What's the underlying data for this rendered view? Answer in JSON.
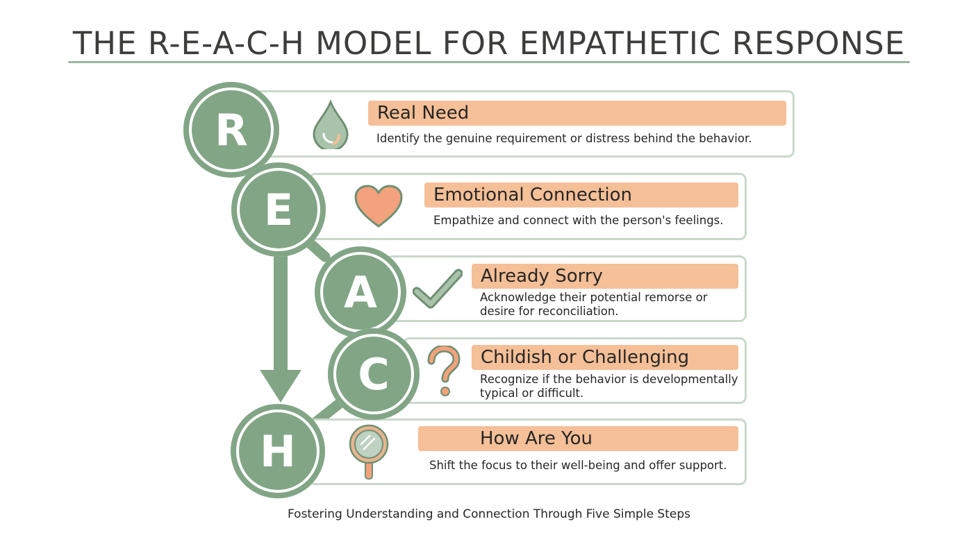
{
  "title": "THE R-E-A-C-H MODEL FOR EMPATHETIC RESPONSE",
  "footer": "Fostering Understanding and Connection Through Five Simple Steps",
  "colors": {
    "accent_green": "#82a586",
    "peach": "#f5bf97",
    "card_border": "#c9d8ca",
    "text": "#262626"
  },
  "steps": [
    {
      "letter": "R",
      "title": "Real Need",
      "description": "Identify the genuine requirement or distress behind the behavior.",
      "icon": "water-drop-icon"
    },
    {
      "letter": "E",
      "title": "Emotional Connection",
      "description": "Empathize and connect with the person's feelings.",
      "icon": "heart-icon"
    },
    {
      "letter": "A",
      "title": "Already Sorry",
      "description_lines": [
        "Acknowledge their potential remorse or",
        "desire for reconciliation."
      ],
      "icon": "checkmark-icon"
    },
    {
      "letter": "C",
      "title": "Childish or Challenging",
      "description_lines": [
        "Recognize if the behavior is developmentally",
        "typical or difficult."
      ],
      "icon": "question-mark-icon"
    },
    {
      "letter": "H",
      "title": "How Are You",
      "description": "Shift the focus to their well-being and offer support.",
      "icon": "hand-mirror-icon"
    }
  ]
}
